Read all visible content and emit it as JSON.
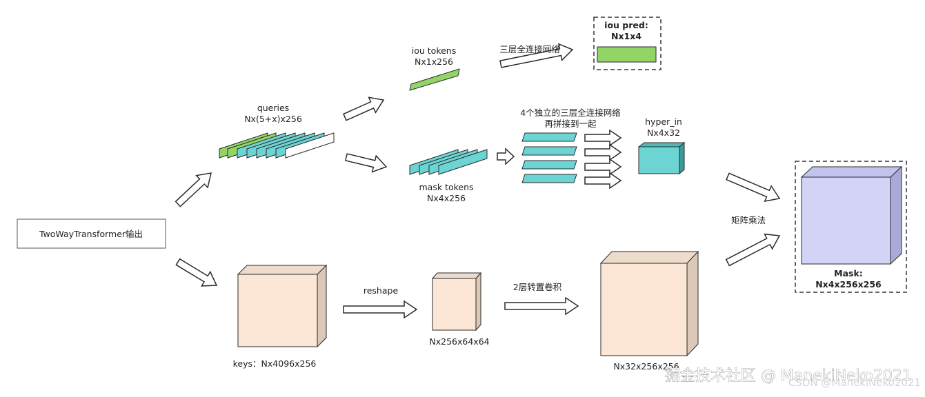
{
  "diagram": {
    "source_box": "TwoWayTransformer输出",
    "queries": {
      "name": "queries",
      "shape": "Nx(5+x)x256"
    },
    "iou_tokens": {
      "name": "iou tokens",
      "shape": "Nx1x256"
    },
    "mask_tokens": {
      "name": "mask tokens",
      "shape": "Nx4x256"
    },
    "mlp3_label": "三层全连接网络",
    "iou_pred": {
      "name": "iou pred:",
      "shape": "Nx1x4"
    },
    "mlp4_label_line1": "4个独立的三层全连接网络",
    "mlp4_label_line2": "再拼接到一起",
    "hyper_in": {
      "name": "hyper_in",
      "shape": "Nx4x32"
    },
    "matmul_label": "矩阵乘法",
    "mask": {
      "name": "Mask:",
      "shape": "Nx4x256x256"
    },
    "keys_label": "keys：Nx4096x256",
    "reshape_label": "reshape",
    "reshaped_shape": "Nx256x64x64",
    "deconv_label": "2层转置卷积",
    "upscaled_shape": "Nx32x256x256",
    "watermark_main": "掘金技术社区 @ ManekiNeko2021",
    "watermark_faint": "CSDN @ManekiNeko2021"
  },
  "colors": {
    "green_token": "#92d466",
    "cyan_token": "#6dd4d4",
    "peach_front": "#fce7d6",
    "peach_side": "#dcc8b6",
    "lavender_front": "#d3d3f8",
    "lavender_side": "#aaaad8",
    "stroke": "#2a2a2a"
  }
}
